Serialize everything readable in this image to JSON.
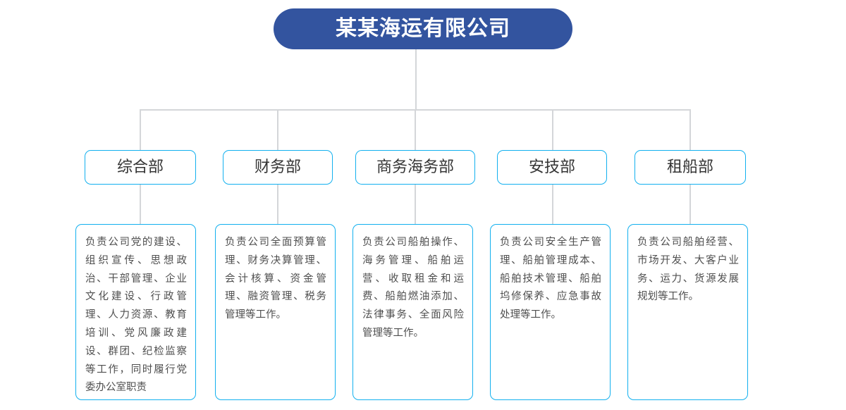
{
  "diagram": {
    "type": "organizational-chart",
    "root": {
      "title": "某某海运有限公司",
      "fill_color": "#33549F",
      "text_color": "#FFFFFF"
    },
    "style": {
      "node_border_color": "#12B0EF",
      "connector_color": "#D4D6D9",
      "node_text_color": "#343434",
      "description_text_color": "#4F4F4F",
      "background": "#FFFFFF"
    },
    "departments": [
      {
        "name": "综合部",
        "description": "负责公司党的建设、组织宣传、思想政治、干部管理、企业文化建设、行政管理、人力资源、教育培训、党风廉政建设、群团、纪检监察等工作，同时履行党委办公室职责"
      },
      {
        "name": "财务部",
        "description": "负责公司全面预算管理、财务决算管理、会计核算、资金管理、融资管理、税务管理等工作。"
      },
      {
        "name": "商务海务部",
        "description": "负责公司船舶操作、海务管理、船舶运营、收取租金和运费、船舶燃油添加、法律事务、全面风险管理等工作。"
      },
      {
        "name": "安技部",
        "description": "负责公司安全生产管理、船舶管理成本、船舶技术管理、船舶坞修保养、应急事故处理等工作。"
      },
      {
        "name": "租船部",
        "description": "负责公司船舶经营、市场开发、大客户业务、运力、货源发展规划等工作。"
      }
    ]
  }
}
